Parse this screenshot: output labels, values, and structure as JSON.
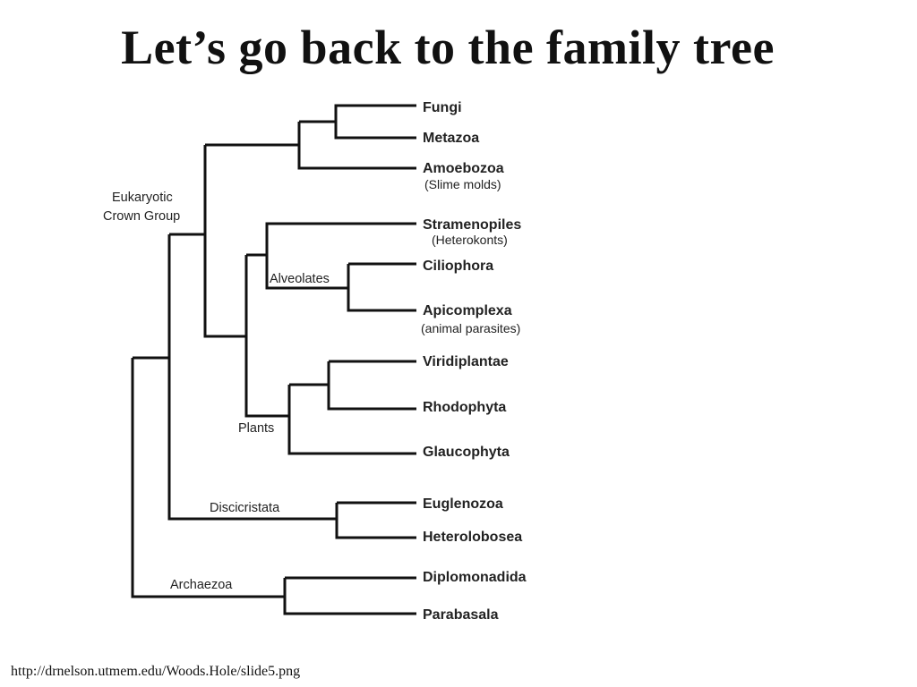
{
  "title": "Let’s go back to the family tree",
  "source": "http://drnelson.utmem.edu/Woods.Hole/slide5.png",
  "tree": {
    "groups": {
      "eukaryotic_crown_group": [
        "Eukaryotic",
        "Crown Group"
      ],
      "alveolates": "Alveolates",
      "plants": "Plants",
      "discicristata": "Discicristata",
      "archaezoa": "Archaezoa"
    },
    "taxa": [
      {
        "name": "Fungi",
        "note": ""
      },
      {
        "name": "Metazoa",
        "note": ""
      },
      {
        "name": "Amoebozoa",
        "note": "(Slime molds)"
      },
      {
        "name": "Stramenopiles",
        "note": "(Heterokonts)"
      },
      {
        "name": "Ciliophora",
        "note": ""
      },
      {
        "name": "Apicomplexa",
        "note": "(animal parasites)"
      },
      {
        "name": "Viridiplantae",
        "note": ""
      },
      {
        "name": "Rhodophyta",
        "note": ""
      },
      {
        "name": "Glaucophyta",
        "note": ""
      },
      {
        "name": "Euglenozoa",
        "note": ""
      },
      {
        "name": "Heterolobosea",
        "note": ""
      },
      {
        "name": "Diplomonadida",
        "note": ""
      },
      {
        "name": "Parabasala",
        "note": ""
      }
    ]
  }
}
